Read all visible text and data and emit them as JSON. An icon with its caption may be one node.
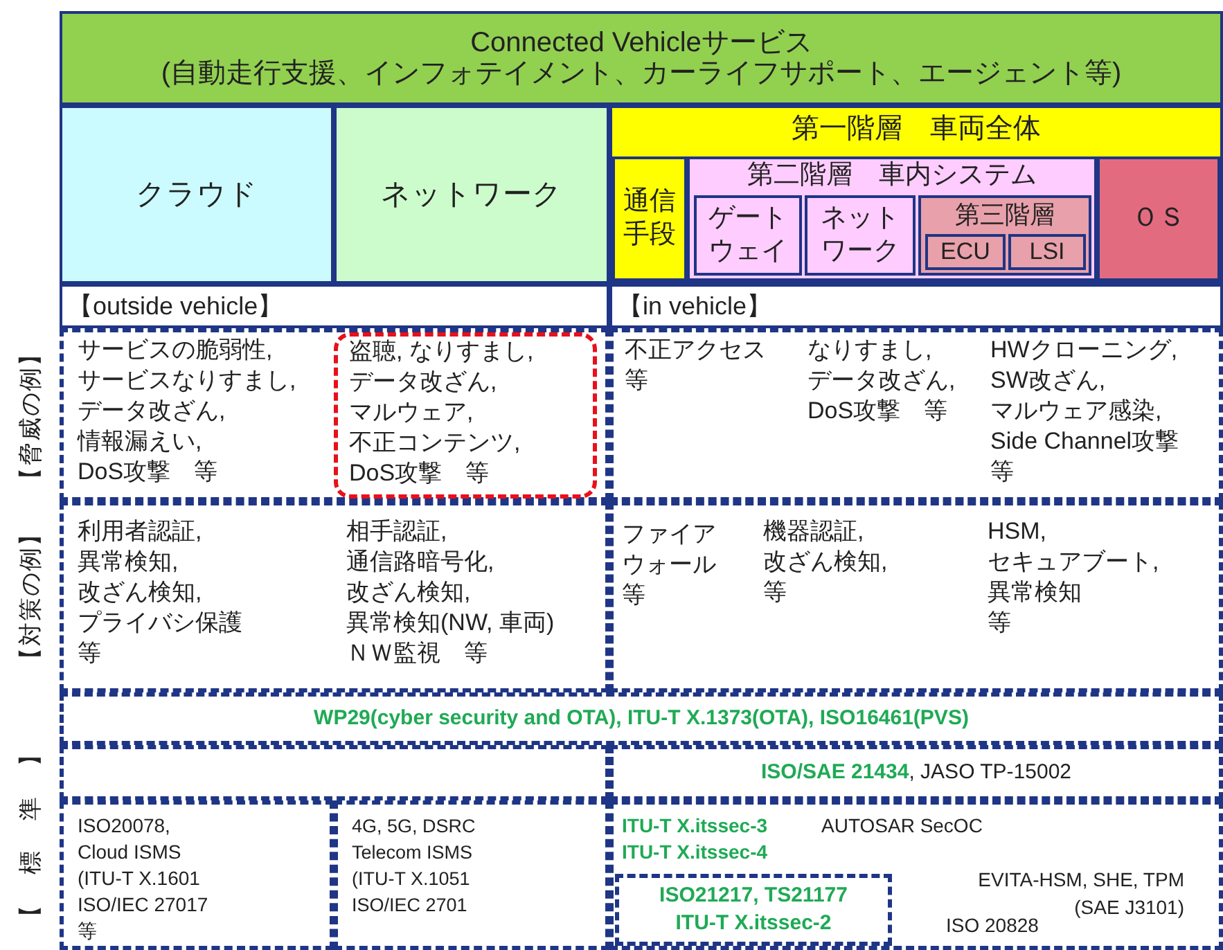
{
  "diagram": {
    "nodes": [
      {
        "text": [
          "Connected Vehicleサービス",
          "(自動走行支援、インフォテイメント、カーライフサポート、エージェント等)"
        ]
      },
      {
        "text": [
          "クラウド"
        ]
      },
      {
        "text": [
          "ネットワーク"
        ]
      },
      {
        "text": [
          "第一階層　車両全体"
        ]
      },
      {
        "text": [
          "通信手段"
        ],
        "in": 3
      },
      {
        "text": [
          "第二階層　車内システム"
        ],
        "in": 3
      },
      {
        "text": [
          "ゲートウェイ"
        ],
        "in": 5
      },
      {
        "text": [
          "ネットワーク"
        ],
        "in": 5
      },
      {
        "text": [
          "第三階層"
        ],
        "in": 5
      },
      {
        "text": [
          "ECU"
        ],
        "in": 8
      },
      {
        "text": [
          "LSI"
        ],
        "in": 8
      },
      {
        "text": [
          "ＯＳ"
        ],
        "in": 3
      },
      {
        "text": [
          "【outside vehicle】"
        ]
      },
      {
        "text": [
          "【in vehicle】"
        ]
      },
      {
        "text": [
          "サービスの脆弱性, サービスなりすまし, データ改ざん, 情報漏えい, DoS攻撃　等"
        ]
      },
      {
        "text": [
          "盗聴, なりすまし, データ改ざん, マルウェア, 不正コンテンツ, DoS攻撃　等"
        ],
        "in": 14
      },
      {
        "text": [
          "不正アクセス等",
          "なりすまし, データ改ざん, DoS攻撃　等",
          "HWクローニング, SW改ざん, マルウェア感染, Side Channel攻撃等"
        ]
      },
      {
        "text": [
          "利用者認証, 異常検知, 改ざん検知, プライバシ保護等",
          "相手認証, 通信路暗号化, 改ざん検知, 異常検知(NW, 車両) ＮＷ監視　等"
        ]
      },
      {
        "text": [
          "ファイアウォール等",
          "機器認証, 改ざん検知, 等",
          "HSM, セキュアブート, 異常検知等"
        ]
      },
      {
        "text": [
          "WP29(cyber security and OTA), ITU-T X.1373(OTA), ISO16461(PVS)"
        ]
      },
      {
        "text": [],
        "shape": "box"
      },
      {
        "text": [
          "**ISO/SAE 21434**, JASO TP-15002"
        ]
      },
      {
        "text": [
          "ISO20078, Cloud ISMS (ITU-T X.1601 ISO/IEC 27017 等"
        ]
      },
      {
        "text": [
          "4G, 5G, DSRC Telecom ISMS (ITU-T X.1051 ISO/IEC 2701"
        ]
      },
      {
        "text": [
          "ITU-T X.itssec-3",
          "AUTOSAR SecOC",
          "ITU-T X.itssec-4",
          "EVITA-HSM, SHE, TPM (SAE J3101)",
          "ISO 20828"
        ]
      },
      {
        "text": [
          "ISO21217, TS21177 ITU-T X.itssec-2"
        ],
        "in": 24
      }
    ],
    "labels": [
      "【脅威の例】",
      "【対策の例】",
      "【標準】"
    ]
  }
}
